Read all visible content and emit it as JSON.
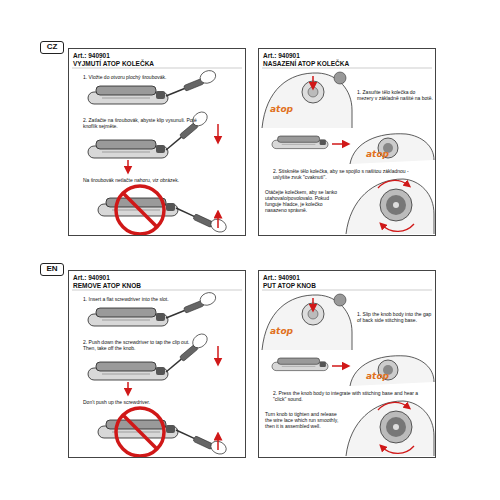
{
  "diagram": {
    "nodes": [
      {
        "text": [
          "CZ"
        ]
      },
      {
        "text": [
          "Art.: 940901",
          "VYJMUTÍ ATOP KOLEČKA",
          "1. Vložte do otvoru plochý šroubovák.",
          "2. Zatlačte na šroubovák, abyste klip vysunuli. Poté knoflík sejměte.",
          "Na šroubovák netlačte nahoru, viz obrázek."
        ]
      },
      {
        "text": [
          "Art.: 940901",
          "NASAZENÍ ATOP KOLEČKA",
          "1. Zasuňte tělo kolečka do mezery v základně našité na botě.",
          "2. Stiskněte tělo kolečka, aby se spojilo s našitou základnou - uslyšíte zvuk \"cvaknutí\".",
          "Otáčejte kolečkem, aby se lanko utahovalo/povolovalo. Pokud funguje hladce, je kolečko nasazeno správně."
        ]
      },
      {
        "text": [
          "EN"
        ]
      },
      {
        "text": [
          "Art.: 940901",
          "REMOVE ATOP KNOB",
          "1. Insert a flat screwdriver into the slot.",
          "2. Push down the screwdriver to tap the clip out. Then, take off the knob.",
          "Don't push up the screwdriver."
        ]
      },
      {
        "text": [
          "Art.: 940901",
          "PUT ATOP KNOB",
          "1. Slip the knob body into the gap of back side stitching base.",
          "2. Press the knob body to integrate with stitching base and hear a \"click\" sound.",
          "Turn knob to tighten and release the wire lace which run smoothly, then it is assembled well."
        ]
      }
    ],
    "labels": [
      "atop",
      "atop",
      "atop",
      "atop"
    ]
  }
}
